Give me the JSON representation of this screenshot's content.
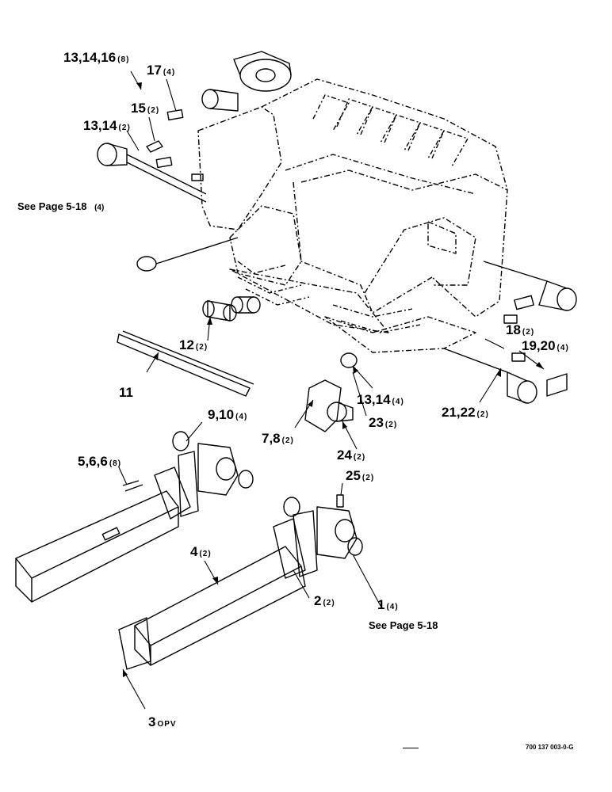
{
  "callouts": [
    {
      "id": "c1",
      "num": "13,14,16",
      "qty": "(8)"
    },
    {
      "id": "c2",
      "num": "17",
      "qty": "(4)"
    },
    {
      "id": "c3",
      "num": "15",
      "qty": "(2)"
    },
    {
      "id": "c4",
      "num": "13,14",
      "qty": "(2)"
    },
    {
      "id": "c5",
      "num": "12",
      "qty": "(2)"
    },
    {
      "id": "c6",
      "num": "11",
      "qty": ""
    },
    {
      "id": "c7",
      "num": "18",
      "qty": "(2)"
    },
    {
      "id": "c8",
      "num": "19,20",
      "qty": "(4)"
    },
    {
      "id": "c9",
      "num": "13,14",
      "qty": "(4)"
    },
    {
      "id": "c10",
      "num": "21,22",
      "qty": "(2)"
    },
    {
      "id": "c11",
      "num": "23",
      "qty": "(2)"
    },
    {
      "id": "c12",
      "num": "9,10",
      "qty": "(4)"
    },
    {
      "id": "c13",
      "num": "7,8",
      "qty": "(2)"
    },
    {
      "id": "c14",
      "num": "24",
      "qty": "(2)"
    },
    {
      "id": "c15",
      "num": "5,6,6",
      "qty": "(8)"
    },
    {
      "id": "c16",
      "num": "25",
      "qty": "(2)"
    },
    {
      "id": "c17",
      "num": "4",
      "qty": "(2)"
    },
    {
      "id": "c18",
      "num": "2",
      "qty": "(2)"
    },
    {
      "id": "c19",
      "num": "1",
      "qty": "(4)"
    },
    {
      "id": "c20",
      "num": "3",
      "qty": "OPV"
    }
  ],
  "references": {
    "page_ref_top": "See Page 5-18",
    "page_ref_top_qty": "(4)",
    "page_ref_bottom": "See Page 5-18"
  },
  "figure_code": "700 137 003-0-G"
}
